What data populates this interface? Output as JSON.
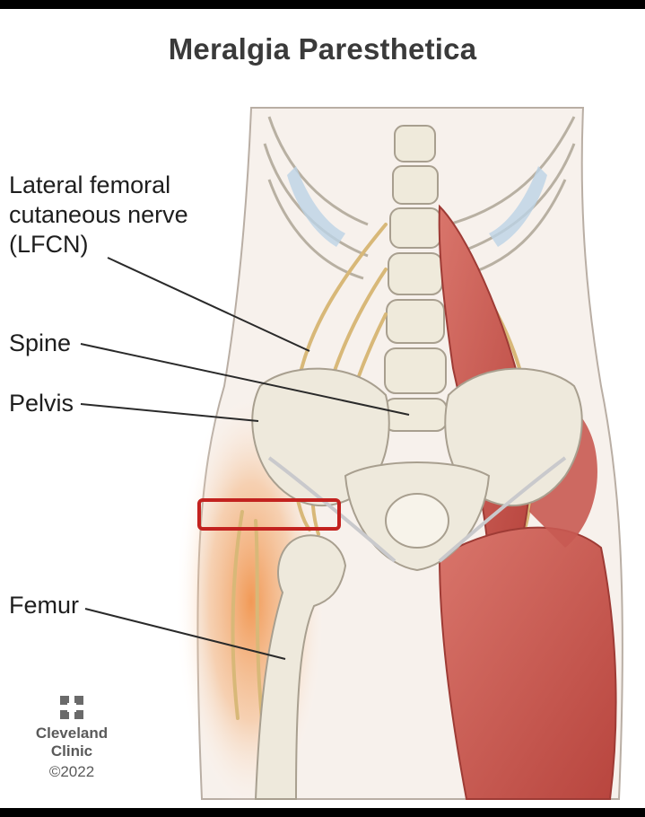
{
  "title": "Meralgia Paresthetica",
  "labels": {
    "lfcn": [
      "Lateral femoral",
      "cutaneous nerve",
      "(LFCN)"
    ],
    "spine": "Spine",
    "pelvis": "Pelvis",
    "femur": "Femur"
  },
  "logo": {
    "name_line1": "Cleveland",
    "name_line2": "Clinic",
    "copyright": "©2022"
  },
  "colors": {
    "title": "#3a3a3a",
    "highlight": "#c3221f",
    "muscle": "#c85a52",
    "bone": "#eee9dc",
    "nerve": "#d8b878",
    "inflammation": "#f2a060"
  }
}
